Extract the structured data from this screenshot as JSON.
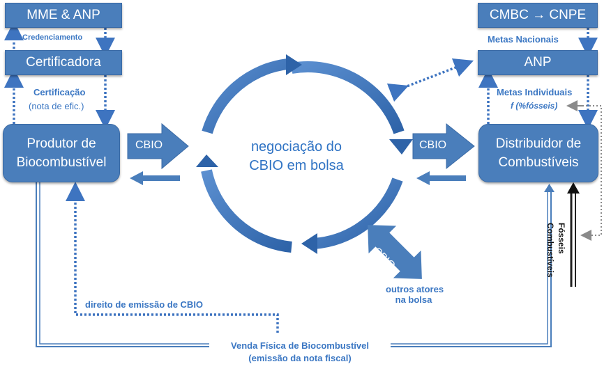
{
  "boxes": {
    "mme_anp": "MME & ANP",
    "certificadora": "Certificadora",
    "produtor_line1": "Produtor de",
    "produtor_line2": "Biocombustível",
    "cmbc_cnpe": "CMBC → CNPE",
    "anp": "ANP",
    "distribuidor_line1": "Distribuidor de",
    "distribuidor_line2": "Combustíveis"
  },
  "labels": {
    "credenciamento": "Credenciamento",
    "certificacao": "Certificação",
    "nota_efic": "(nota de efic.)",
    "metas_nacionais": "Metas Nacionais",
    "metas_individuais": "Metas Individuais",
    "f_fosseis": "f (%fósseis)",
    "combustiveis": "Combustíveis",
    "fosseis": "Fósseis",
    "direito_emissao": "direito de emissão de CBIO",
    "venda_fisica": "Venda Física de Biocombustível",
    "emissao_nota": "(emissão da nota fiscal)",
    "outros_atores_1": "outros atores",
    "outros_atores_2": "na bolsa"
  },
  "center": {
    "line1": "negociação do",
    "line2": "CBIO em bolsa"
  },
  "arrows": {
    "cbio_left": "CBIO",
    "cbio_right": "CBIO",
    "cbio_diag": "CBIO"
  },
  "colors": {
    "box_fill": "#4a7ebb",
    "label_blue": "#3b77c3",
    "dotted_blue": "#3e74c0",
    "grey_dotted": "#8a8a8a"
  }
}
